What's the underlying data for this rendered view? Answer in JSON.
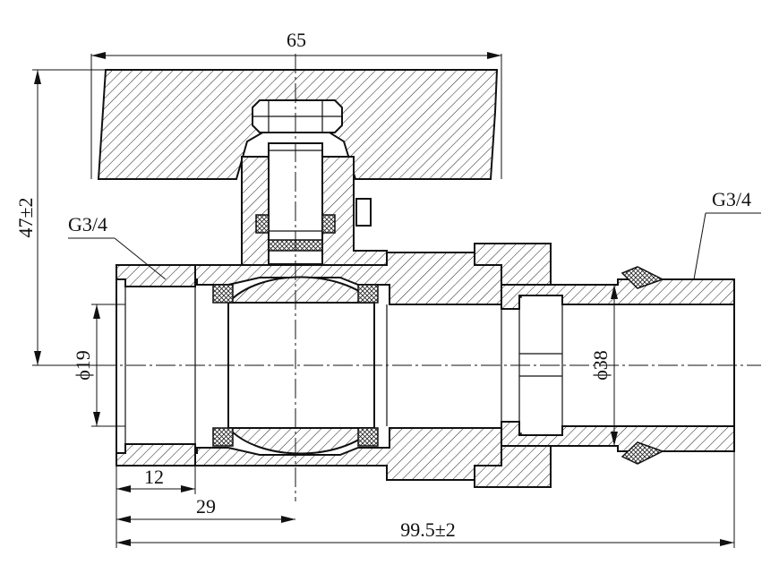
{
  "drawing": {
    "dimensions": {
      "overall_length": "99.5±2",
      "handle_width": "65",
      "height_to_axis": "47±2",
      "thread_left": "G3/4",
      "thread_right": "G3/4",
      "bore_diameter": "ϕ19",
      "union_diameter": "ϕ38",
      "thread_depth": "12",
      "ball_center_offset": "29"
    }
  }
}
